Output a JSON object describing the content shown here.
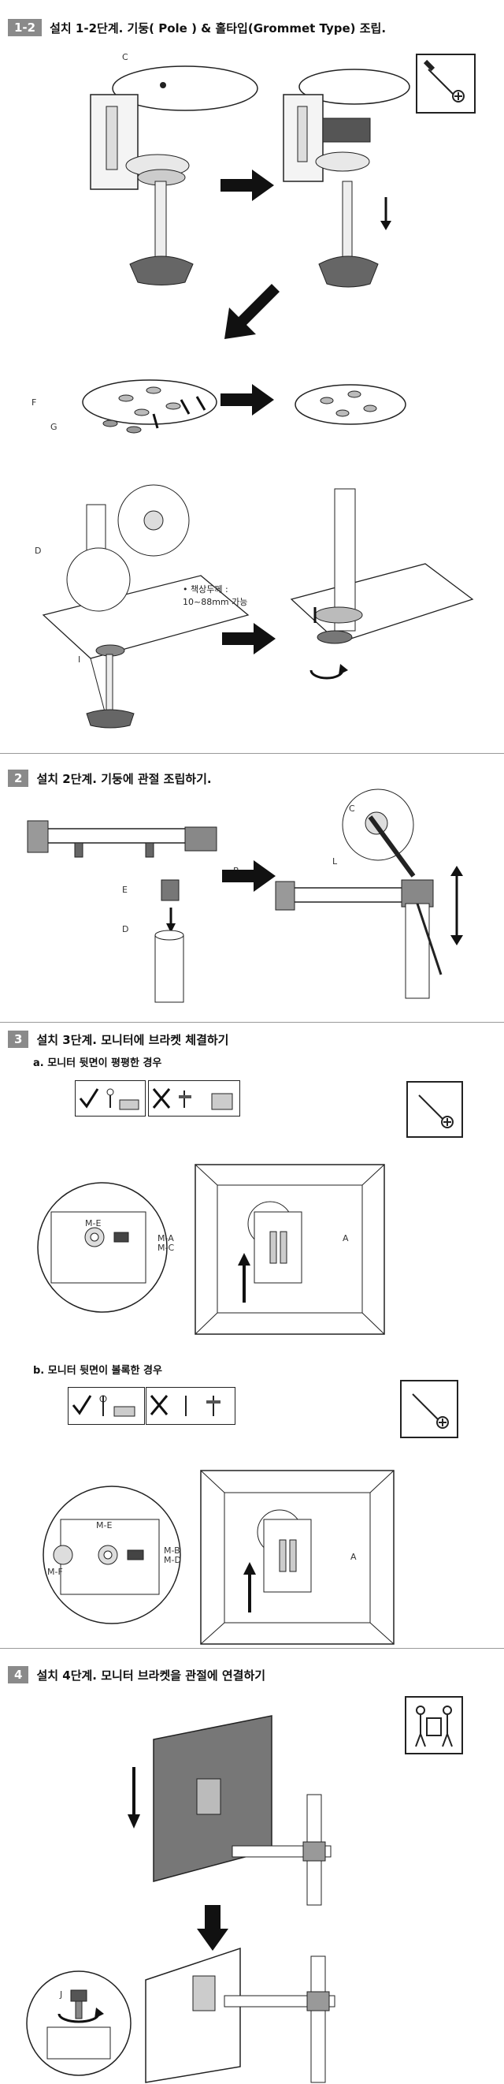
{
  "step1": {
    "badge": "1-2",
    "title": "설치 1-2단계. 기둥( Pole ) & 홀타입(Grommet Type) 조립.",
    "labels": {
      "c": "C",
      "f": "F",
      "g": "G",
      "d": "D",
      "i": "I"
    },
    "note_line1": "• 책상두께 :",
    "note_line2": "10~88mm 가능"
  },
  "step2": {
    "badge": "2",
    "title": "설치 2단계. 기둥에 관절 조립하기.",
    "labels": {
      "b": "B",
      "e": "E",
      "d": "D",
      "l": "L",
      "c": "C"
    }
  },
  "step3": {
    "badge": "3",
    "title": "설치 3단계. 모니터에 브라켓 체결하기",
    "sub_a": "a. 모니터 뒷면이 평평한 경우",
    "sub_b": "b. 모니터 뒷면이 볼록한 경우",
    "labels_a": {
      "me": "M-E",
      "ma": "M-A",
      "mc": "M-C",
      "a": "A"
    },
    "labels_b": {
      "me": "M-E",
      "mb": "M-B",
      "md": "M-D",
      "mf": "M-F",
      "a": "A"
    }
  },
  "step4": {
    "badge": "4",
    "title": "설치 4단계. 모니터 브라켓을 관절에 연결하기",
    "labels": {
      "j": "J"
    }
  },
  "colors": {
    "badge_bg": "#8a8a8a",
    "line": "#222222",
    "divider": "#9a9a9a"
  },
  "icons": [
    "screwdriver-icon",
    "check-mark-icon",
    "cross-mark-icon",
    "two-person-lift-icon",
    "arrow-right-icon",
    "arrow-down-icon",
    "rotate-arrow-icon"
  ]
}
